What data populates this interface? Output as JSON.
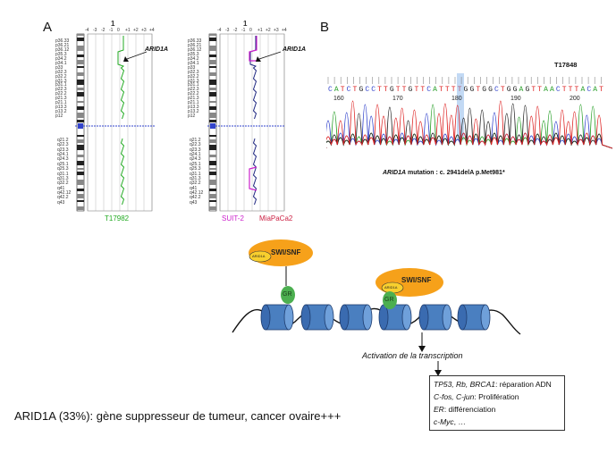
{
  "panel_a": {
    "letter": "A",
    "scale_ticks": [
      "-4",
      "-3",
      "-2",
      "-1",
      "0",
      "+1",
      "+2",
      "+3",
      "+4"
    ],
    "top_mark": "1",
    "bands_p": [
      "p36.33",
      "p36.21",
      "p36.12",
      "p35.3",
      "p34.2",
      "p34.1",
      "p33",
      "p32.3",
      "p32.2",
      "p31.3",
      "p31.1",
      "p22.3",
      "p22.2",
      "p21.3",
      "p21.1",
      "p13.3",
      "p13.2",
      "p12"
    ],
    "bands_q": [
      "q21.2",
      "q22.3",
      "q23.3",
      "q24.1",
      "q24.3",
      "q25.1",
      "q25.3",
      "q31.1",
      "q31.3",
      "q32.2",
      "q41",
      "q42.12",
      "q42.2",
      "q43"
    ],
    "gene_label": "ARID1A",
    "sample1": {
      "label": "T17982",
      "color": "#22aa22"
    },
    "sample2": {
      "label": "SUIT-2",
      "color": "#cc22cc"
    },
    "sample3": {
      "label": "MiaPaCa2",
      "color": "#cc2244"
    }
  },
  "panel_b": {
    "letter": "B",
    "sample_id": "T17848",
    "sequence": "CATCTGCCTTGTTGTTCATTTTGGTGGCTGGAGTTAACTTTACAT",
    "positions": [
      "160",
      "170",
      "180",
      "190",
      "200"
    ],
    "mutation_gene": "ARID1A",
    "mutation_text": " mutation : c. 2941delA p.Met981*"
  },
  "diagram": {
    "complex1": {
      "subunit": "ARID1A",
      "name": "SWI/SNF"
    },
    "complex2": {
      "subunit": "ARID1A",
      "name": "SWI/SNF"
    },
    "gr_label": "GR",
    "activation_label": "Activation de la transcription"
  },
  "targets": [
    {
      "genes": "TP53, Rb, BRCA1",
      "role": ": réparation ADN"
    },
    {
      "genes": "C-fos, C-jun",
      "role": ": Prolifération"
    },
    {
      "genes": "ER",
      "role": ": différenciation"
    },
    {
      "genes": "c-Myc",
      "role": ", …"
    }
  ],
  "caption": "ARID1A (33%): gène suppresseur de tumeur, cancer ovaire+++",
  "colors": {
    "green": "#22aa22",
    "magenta": "#cc22cc",
    "navy": "#1a237e",
    "blue_dotted": "#3344cc",
    "orange": "#f6a11a",
    "nucleosome": "#4a7fc0",
    "gr_green": "#4caf50",
    "trace_a": "#2aa02a",
    "trace_c": "#3344cc",
    "trace_g": "#222222",
    "trace_t": "#dd2222"
  }
}
